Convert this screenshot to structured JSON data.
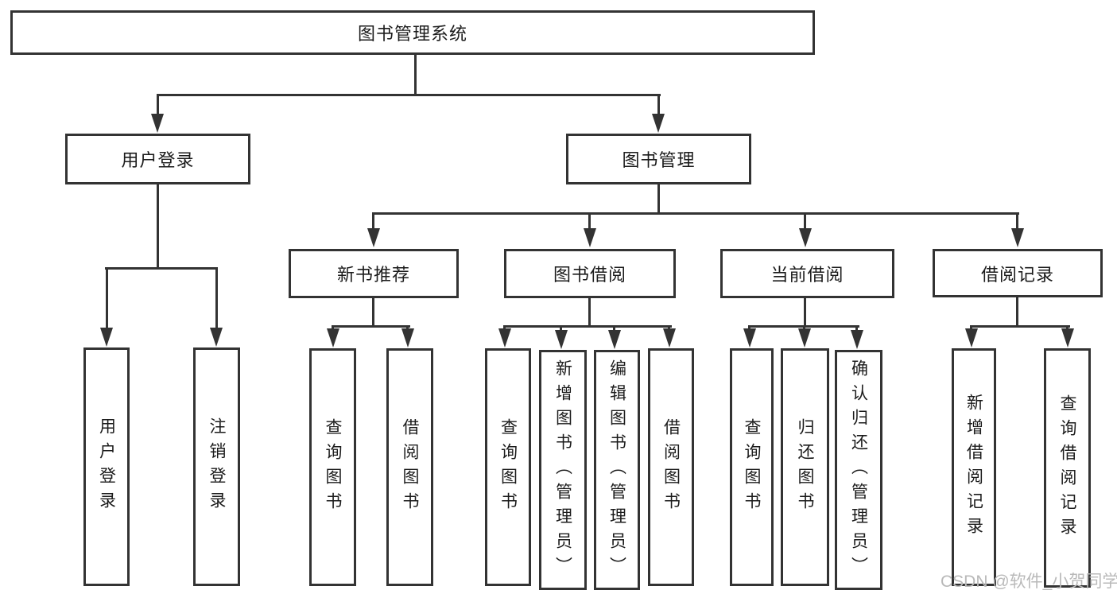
{
  "title": "图书管理系统",
  "watermark": "CSDN @软件_小贺同学",
  "colors": {
    "line": "#333333",
    "box_background": "#ffffff",
    "text": "#1b1b1b",
    "watermark": "#b9b9b9"
  },
  "branches": {
    "login": {
      "label": "用户登录",
      "children": [
        {
          "label": "用户登录"
        },
        {
          "label": "注销登录"
        }
      ]
    },
    "books": {
      "label": "图书管理",
      "groups": [
        {
          "label": "新书推荐",
          "children": [
            {
              "label": "查询图书"
            },
            {
              "label": "借阅图书"
            }
          ]
        },
        {
          "label": "图书借阅",
          "children": [
            {
              "label": "查询图书"
            },
            {
              "label": "新增图书（管理员）"
            },
            {
              "label": "编辑图书（管理员）"
            },
            {
              "label": "借阅图书"
            }
          ]
        },
        {
          "label": "当前借阅",
          "children": [
            {
              "label": "查询图书"
            },
            {
              "label": "归还图书"
            },
            {
              "label": "确认归还（管理员）"
            }
          ]
        },
        {
          "label": "借阅记录",
          "children": [
            {
              "label": "新增借阅记录"
            },
            {
              "label": "查询借阅记录"
            }
          ]
        }
      ]
    }
  }
}
